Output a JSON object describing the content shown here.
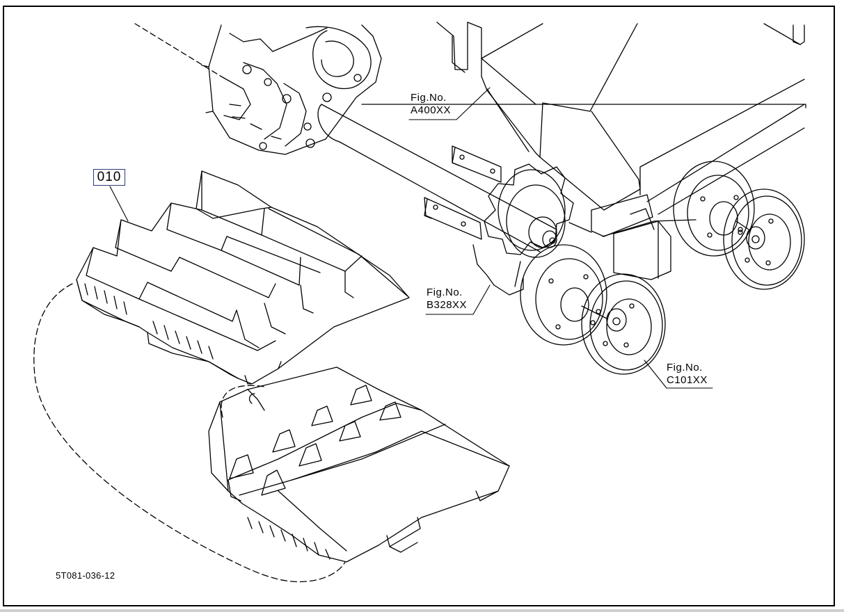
{
  "callout": {
    "number": "010"
  },
  "references": [
    {
      "id": "ref-a400",
      "line1": "Fig.No.",
      "line2": "A400XX"
    },
    {
      "id": "ref-b328",
      "line1": "Fig.No.",
      "line2": "B328XX"
    },
    {
      "id": "ref-c101",
      "line1": "Fig.No.",
      "line2": "C101XX"
    }
  ],
  "drawing_code": "5T081-036-12",
  "colors": {
    "line": "#000000",
    "callout_border": "#2a3a7a",
    "background": "#ffffff"
  }
}
